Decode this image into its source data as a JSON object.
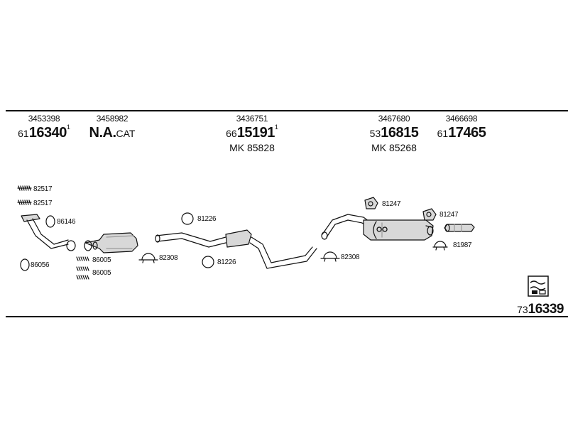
{
  "headers": [
    {
      "ref": "3453398",
      "prefix": "61",
      "code": "16340",
      "sup": "1",
      "mk": ""
    },
    {
      "ref": "3458982",
      "prefix": "",
      "code": "N.A.",
      "suffix": "CAT",
      "sup": "",
      "mk": ""
    },
    {
      "ref": "3436751",
      "prefix": "66",
      "code": "15191",
      "sup": "1",
      "mk": "MK 85828"
    },
    {
      "ref": "3467680",
      "prefix": "53",
      "code": "16815",
      "sup": "",
      "mk": "MK 85268"
    },
    {
      "ref": "3466698",
      "prefix": "61",
      "code": "17465",
      "sup": "",
      "mk": ""
    }
  ],
  "part_labels": {
    "l82517a": "82517",
    "l82517b": "82517",
    "l86146": "86146",
    "l86056": "86056",
    "l86005a": "86005",
    "l86005b": "86005",
    "l81226a": "81226",
    "l82308a": "82308",
    "l81226b": "81226",
    "l82308b": "82308",
    "l81247a": "81247",
    "l81247b": "81247",
    "l81987": "81987"
  },
  "bottom_code": {
    "prefix": "73",
    "code": "16339"
  },
  "colors": {
    "ink": "#111111",
    "paper": "#ffffff",
    "mid_gray": "#9a9a9a",
    "light_gray": "#d8d8d8"
  }
}
